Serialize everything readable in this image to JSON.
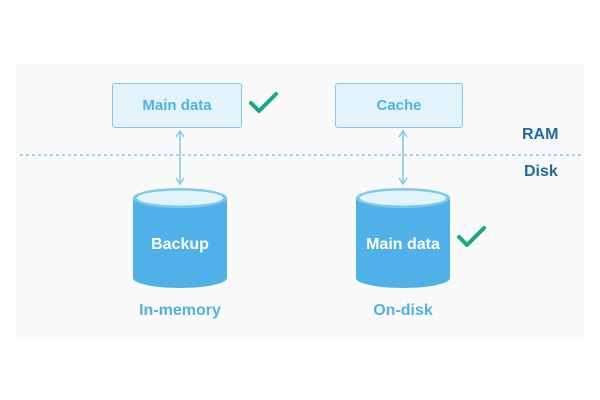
{
  "diagram": {
    "tiers": {
      "ram_label": "RAM",
      "disk_label": "Disk"
    },
    "in_memory": {
      "ram_box_label": "Main data",
      "disk_cylinder_label": "Backup",
      "caption": "In-memory",
      "main_data_location": "RAM"
    },
    "on_disk": {
      "ram_box_label": "Cache",
      "disk_cylinder_label": "Main data",
      "caption": "On-disk",
      "main_data_location": "Disk"
    },
    "icons": {
      "check": "check-icon",
      "arrow": "double-arrow"
    },
    "colors": {
      "box_fill": "#e3f3fc",
      "box_border": "#7ec8ee",
      "accent_blue": "#4fb1e8",
      "tier_label": "#1e6aa8",
      "check_green": "#1aa784",
      "divider": "#7ec8ee"
    }
  }
}
